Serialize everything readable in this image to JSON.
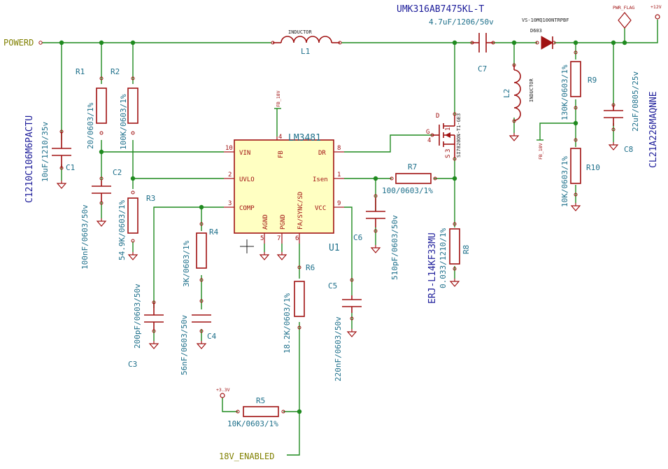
{
  "nets": {
    "powerd": "POWERD",
    "enabled": "18V_ENABLED",
    "fb1": "FB_18V",
    "fb2": "FB_18V",
    "v33": "+3.3V",
    "v12": "+12V",
    "pwrflag": "PWR_FLAG"
  },
  "parts": {
    "c1": {
      "ref": "C1",
      "value": "10uF/1210/35v",
      "mpn": "C1210C106M6PACTU"
    },
    "r1": {
      "ref": "R1",
      "value": "20/0603/1%"
    },
    "r2": {
      "ref": "R2",
      "value": "100K/0603/1%"
    },
    "c2": {
      "ref": "C2",
      "value": "100nF/0603/50v"
    },
    "r3": {
      "ref": "R3",
      "value": "54.9K/0603/1%"
    },
    "c3": {
      "ref": "C3",
      "value": "200pF/0603/50v"
    },
    "r4": {
      "ref": "R4",
      "value": "3K/0603/1%"
    },
    "c4": {
      "ref": "C4",
      "value": "56nF/0603/50v"
    },
    "r6": {
      "ref": "R6",
      "value": "18.2K/0603/1%"
    },
    "r5": {
      "ref": "R5",
      "value": "10K/0603/1%"
    },
    "c5": {
      "ref": "C5",
      "value": "220nF/0603/50v"
    },
    "c6": {
      "ref": "C6",
      "value": "510pF/0603/50v"
    },
    "r7": {
      "ref": "R7",
      "value": "100/0603/1%"
    },
    "r8": {
      "ref": "R8",
      "value": "0.033/1210/1%",
      "mpn": "ERJ-L14KF33MU"
    },
    "l1": {
      "ref": "L1",
      "value": "INDUCTOR"
    },
    "l2": {
      "ref": "L2",
      "value": "INDUCTOR"
    },
    "c7": {
      "ref": "C7",
      "value": "4.7uF/1206/50v",
      "mpn": "UMK316AB7475KL-T"
    },
    "d603": {
      "ref": "D603",
      "value": "VS-10MQ100NTRPBF"
    },
    "r9": {
      "ref": "R9",
      "value": "130K/0603/1%"
    },
    "r10": {
      "ref": "R10",
      "value": "10K/0603/1%"
    },
    "c8": {
      "ref": "C8",
      "value": "22uF/0805/25v",
      "mpn": "CL21A226MAQNNE"
    },
    "q": {
      "value": "SI7820DN-T1-GE3",
      "g": "G",
      "d": "D",
      "s": "S",
      "p1": "1",
      "p3": "3",
      "p4": "4"
    }
  },
  "ic": {
    "ref": "U1",
    "name": "LM3481",
    "pins": {
      "vin": {
        "name": "VIN",
        "num": "10"
      },
      "uvlo": {
        "name": "UVLO",
        "num": "2"
      },
      "comp": {
        "name": "COMP",
        "num": "3"
      },
      "fb": {
        "name": "FB",
        "num": "4"
      },
      "dr": {
        "name": "DR",
        "num": "8"
      },
      "isen": {
        "name": "Isen",
        "num": "1"
      },
      "vcc": {
        "name": "VCC",
        "num": "9"
      },
      "agnd": {
        "name": "AGND",
        "num": "5"
      },
      "pgnd": {
        "name": "PGND",
        "num": "7"
      },
      "sync": {
        "name": "FA/SYNC/SD",
        "num": "6"
      }
    }
  }
}
